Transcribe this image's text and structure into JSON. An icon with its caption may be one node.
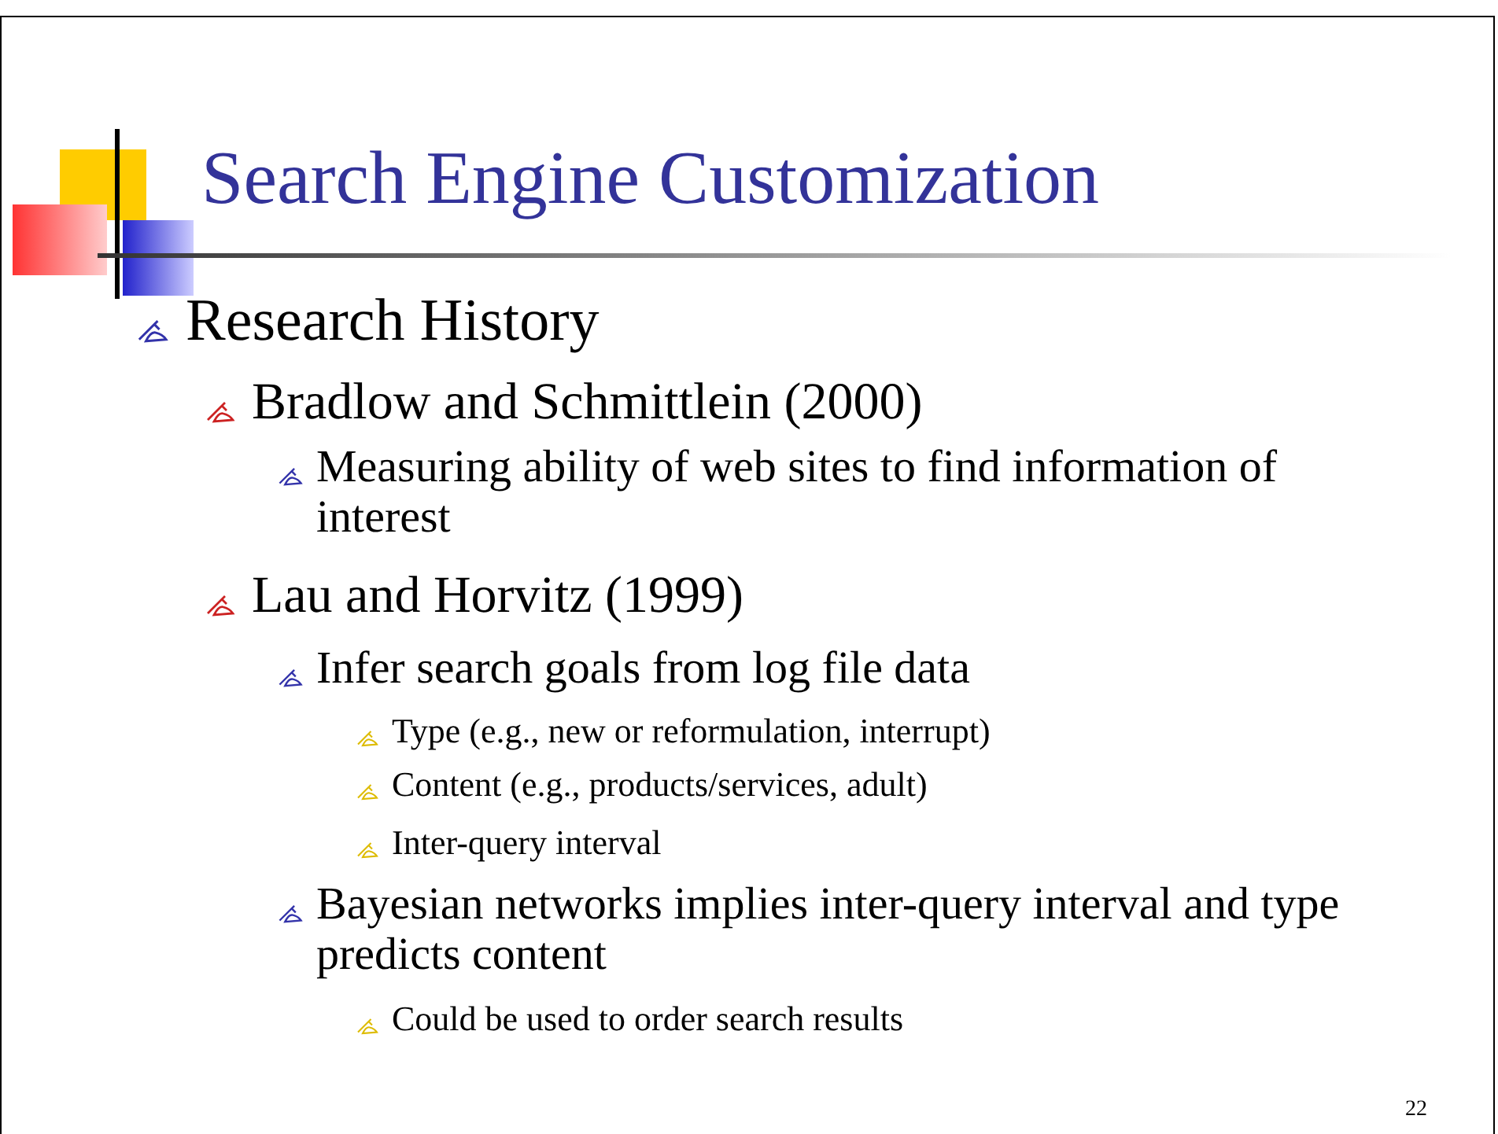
{
  "diagram": {
    "title": "Search Engine Customization",
    "labels": [
      "Research History",
      "Bradlow and Schmittlein (2000)",
      "Measuring ability of web sites to find information of interest",
      "Lau and Horvitz (1999)",
      "Infer search goals from log file data",
      "Type (e.g., new or reformulation, interrupt)",
      "Content (e.g., products/services, adult)",
      "Inter-query interval",
      "Bayesian networks implies inter-query interval and type predicts content",
      "Could be used to order search results",
      "22"
    ]
  }
}
